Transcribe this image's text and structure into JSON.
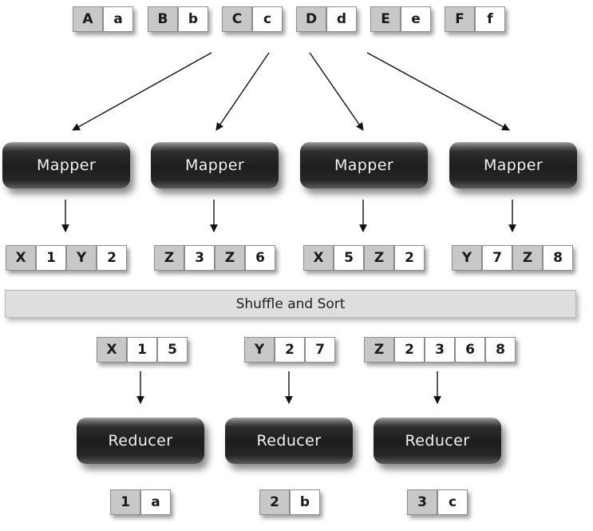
{
  "inputs": [
    {
      "k": "A",
      "v": "a"
    },
    {
      "k": "B",
      "v": "b"
    },
    {
      "k": "C",
      "v": "c"
    },
    {
      "k": "D",
      "v": "d"
    },
    {
      "k": "E",
      "v": "e"
    },
    {
      "k": "F",
      "v": "f"
    }
  ],
  "mapper_label": "Mapper",
  "mapper_outputs": [
    [
      "X",
      "1",
      "Y",
      "2"
    ],
    [
      "Z",
      "3",
      "Z",
      "6"
    ],
    [
      "X",
      "5",
      "Z",
      "2"
    ],
    [
      "Y",
      "7",
      "Z",
      "8"
    ]
  ],
  "shuffle_label": "Shuffle and Sort",
  "reducer_inputs": [
    [
      "X",
      "1",
      "5"
    ],
    [
      "Y",
      "2",
      "7"
    ],
    [
      "Z",
      "2",
      "3",
      "6",
      "8"
    ]
  ],
  "reducer_label": "Reducer",
  "outputs": [
    [
      "1",
      "a"
    ],
    [
      "2",
      "b"
    ],
    [
      "3",
      "c"
    ]
  ],
  "colors": {
    "key_cell": "#c8c8c8",
    "value_cell": "#ffffff",
    "node_fill": "#1d1d1d",
    "node_text": "#f2f2f2",
    "shuffle_bar": "#dedede"
  }
}
